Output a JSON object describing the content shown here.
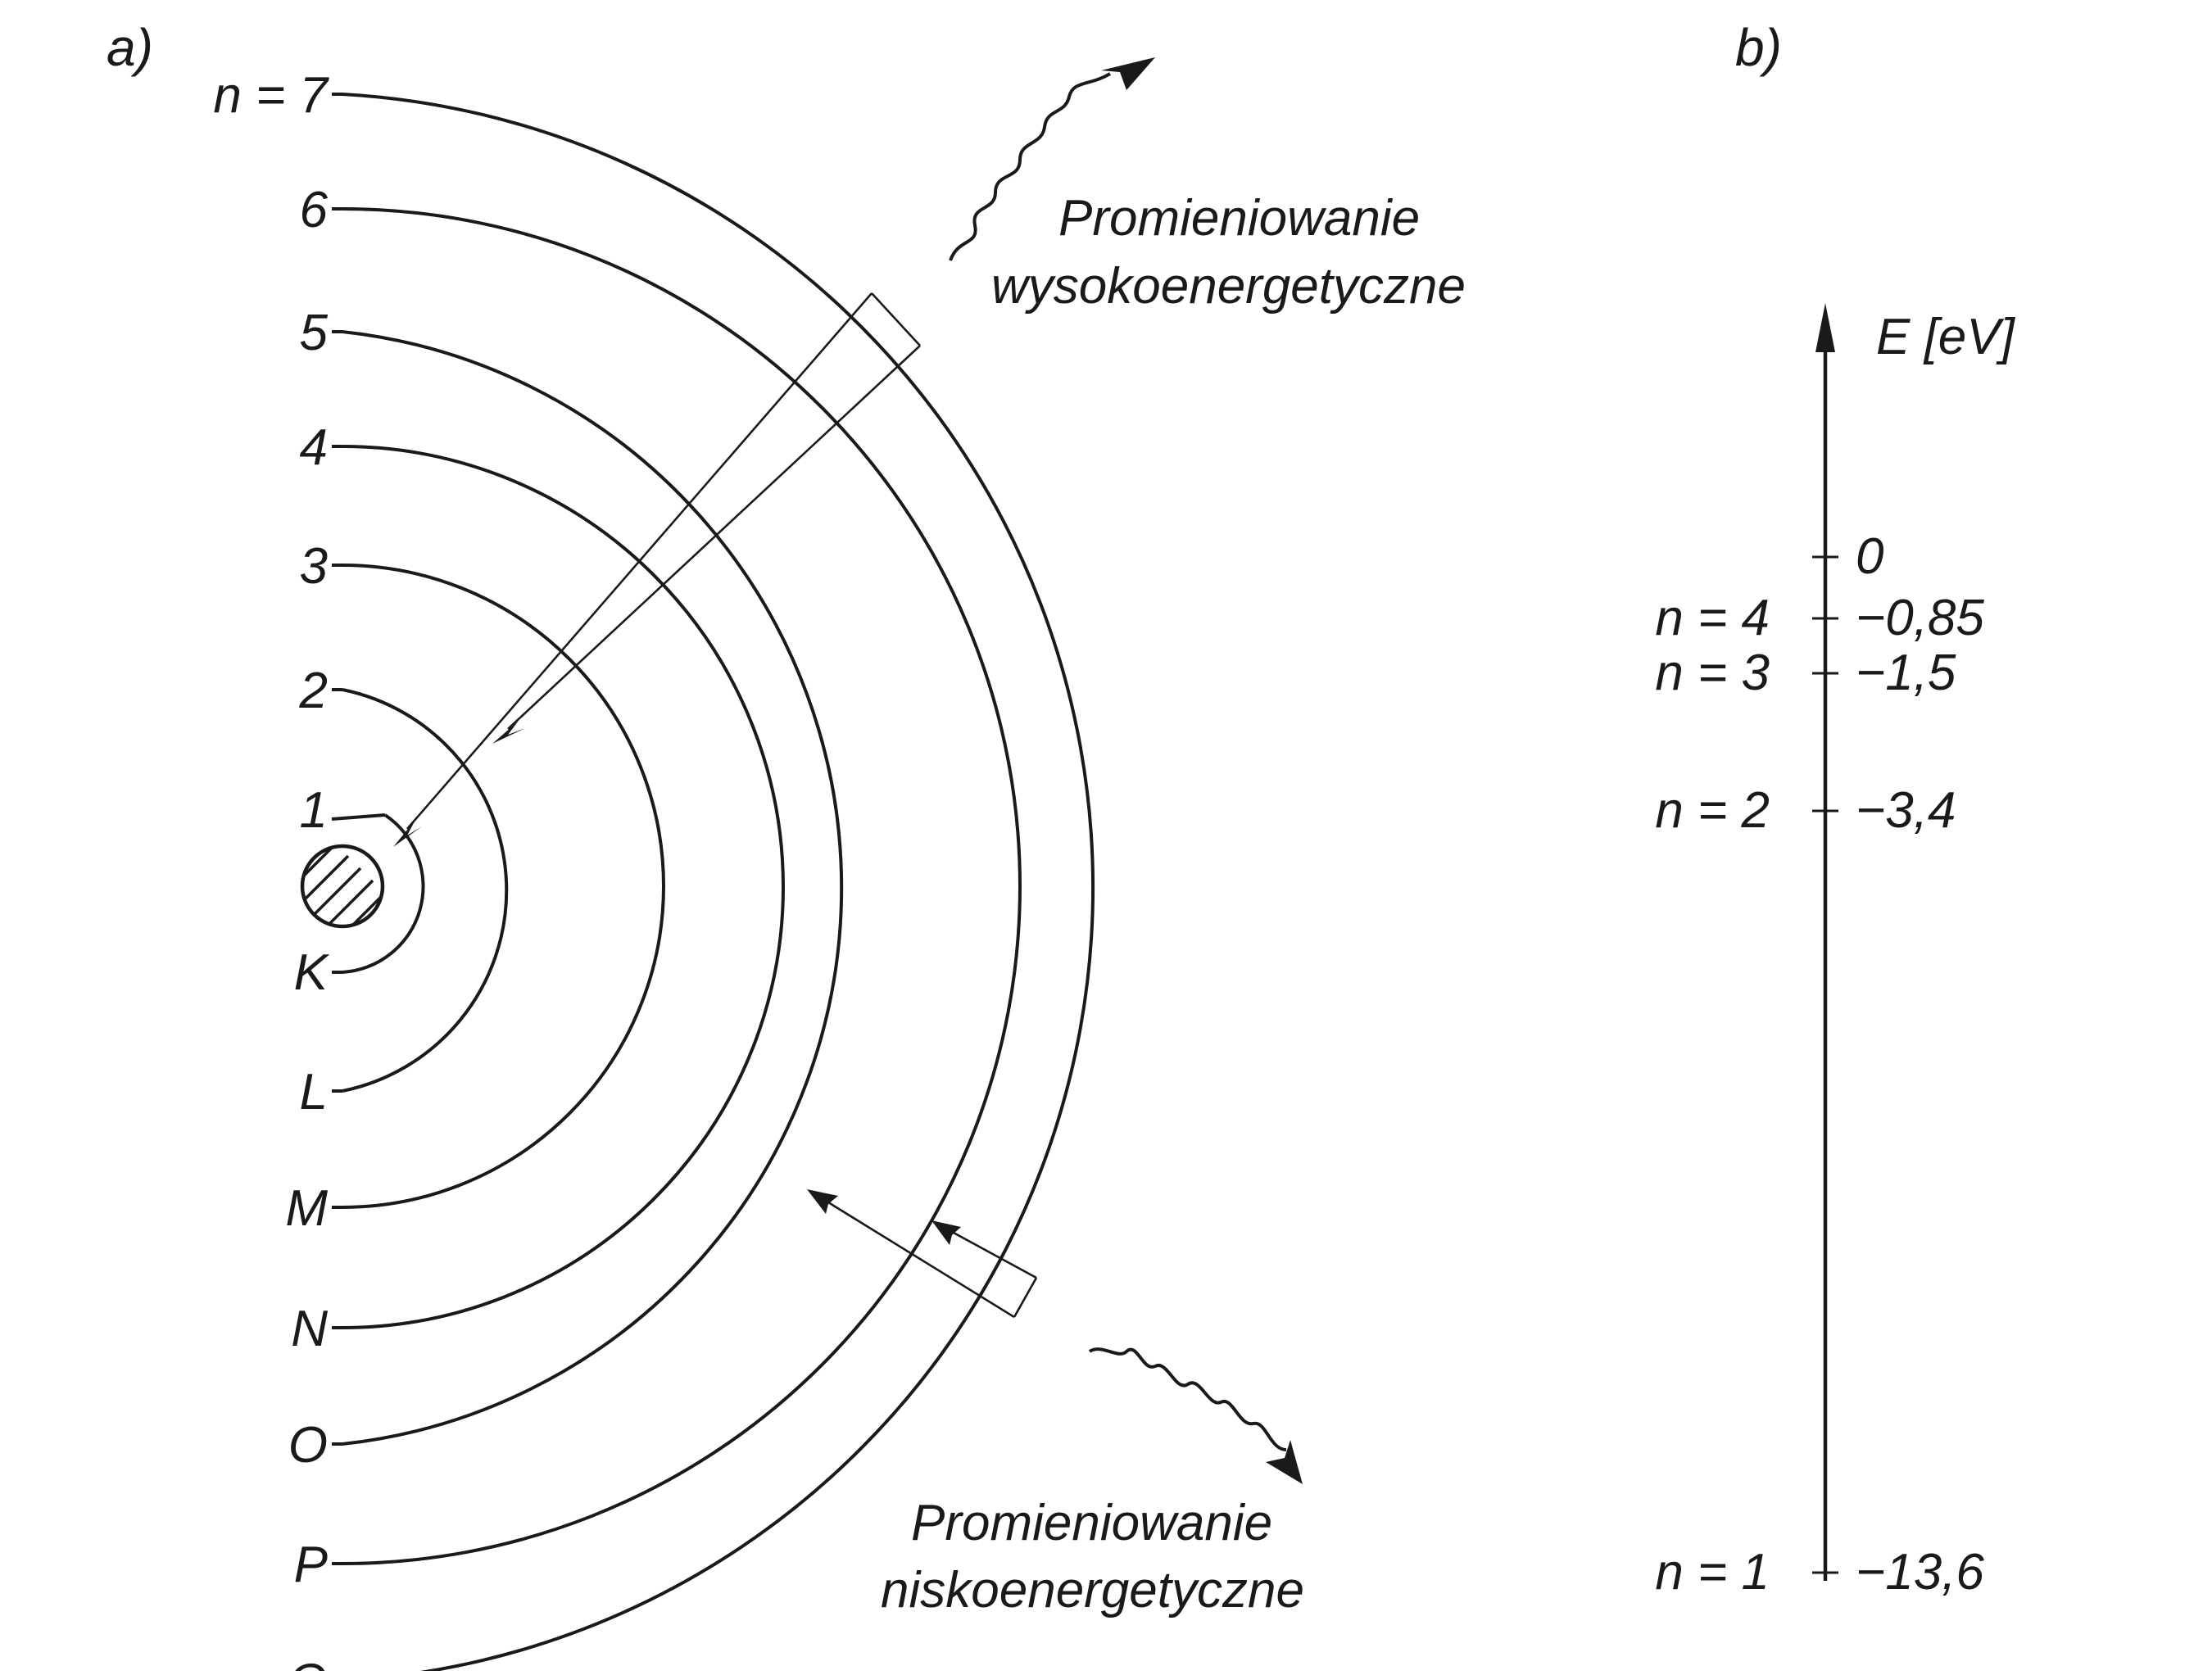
{
  "panel_a": {
    "label": "a)",
    "shells": [
      {
        "n": "1",
        "letter": "K"
      },
      {
        "n": "2",
        "letter": "L"
      },
      {
        "n": "3",
        "letter": "M"
      },
      {
        "n": "4",
        "letter": "N"
      },
      {
        "n": "5",
        "letter": "O"
      },
      {
        "n": "6",
        "letter": "P"
      },
      {
        "n": "n = 7",
        "letter": "Q"
      }
    ],
    "high_energy": {
      "line1": "Promieniowanie",
      "line2": "wysokoenergetyczne"
    },
    "low_energy": {
      "line1": "Promieniowanie",
      "line2": "niskoenergetyczne"
    }
  },
  "panel_b": {
    "label": "b)",
    "axis_label": "E [eV]",
    "levels": [
      {
        "n": "",
        "value": "0",
        "energy": 0
      },
      {
        "n": "n = 4",
        "value": "−0,85",
        "energy": -0.85
      },
      {
        "n": "n = 3",
        "value": "−1,5",
        "energy": -1.5
      },
      {
        "n": "n = 2",
        "value": "−3,4",
        "energy": -3.4
      },
      {
        "n": "n = 1",
        "value": "−13,6",
        "energy": -13.6
      }
    ]
  },
  "colors": {
    "ink": "#1a1a1a",
    "background": "#ffffff"
  }
}
